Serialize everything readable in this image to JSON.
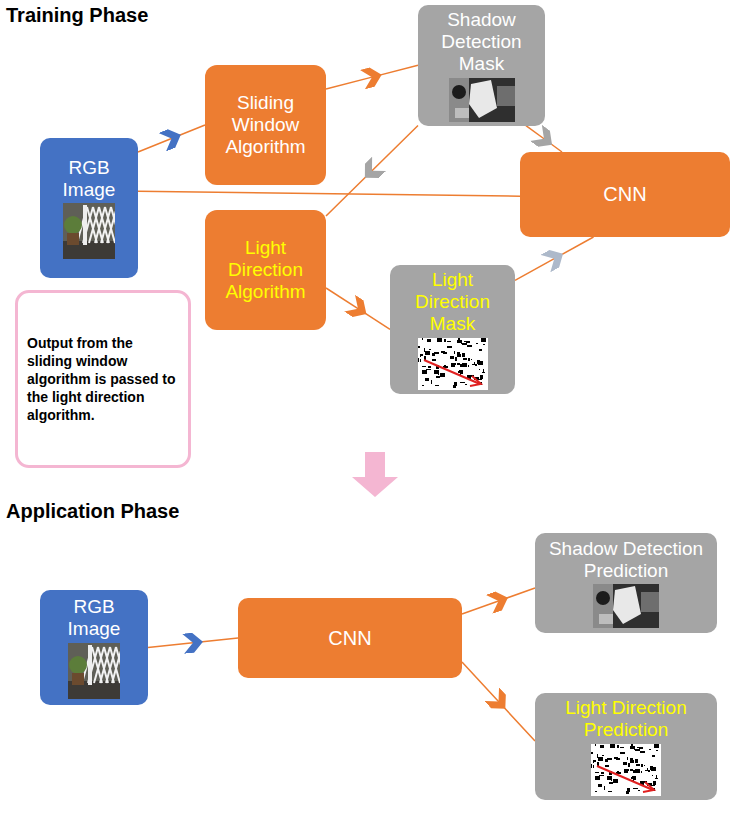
{
  "diagram": {
    "nodes": [
      {
        "text": [
          "RGB Image"
        ]
      },
      {
        "text": [
          "Sliding Window Algorithm"
        ]
      },
      {
        "text": [
          "Shadow Detection Mask"
        ]
      },
      {
        "text": [
          "CNN"
        ]
      },
      {
        "text": [
          "Light Direction Algorithm"
        ]
      },
      {
        "text": [
          "Light Direction Mask"
        ]
      },
      {
        "text": [
          "Output from the sliding window algorithm is passed to the light direction algorithm."
        ]
      },
      {
        "text": [
          "RGB Image"
        ]
      },
      {
        "text": [
          "CNN"
        ]
      },
      {
        "text": [
          "Shadow Detection Prediction"
        ]
      },
      {
        "text": [
          "Light Direction Prediction"
        ]
      }
    ],
    "edges": [
      {
        "from": 0,
        "to": 1,
        "arrow": "to"
      },
      {
        "from": 1,
        "to": 2,
        "arrow": "to"
      },
      {
        "from": 0,
        "to": 3,
        "arrow": "none"
      },
      {
        "from": 2,
        "to": 4,
        "arrow": "to"
      },
      {
        "from": 2,
        "to": 3,
        "arrow": "to"
      },
      {
        "from": 4,
        "to": 5,
        "arrow": "to"
      },
      {
        "from": 5,
        "to": 3,
        "arrow": "to"
      },
      {
        "from": 7,
        "to": 8,
        "arrow": "to"
      },
      {
        "from": 8,
        "to": 9,
        "arrow": "to"
      },
      {
        "from": 8,
        "to": 10,
        "arrow": "to"
      }
    ],
    "labels": [
      "Training Phase",
      "Application Phase"
    ]
  }
}
